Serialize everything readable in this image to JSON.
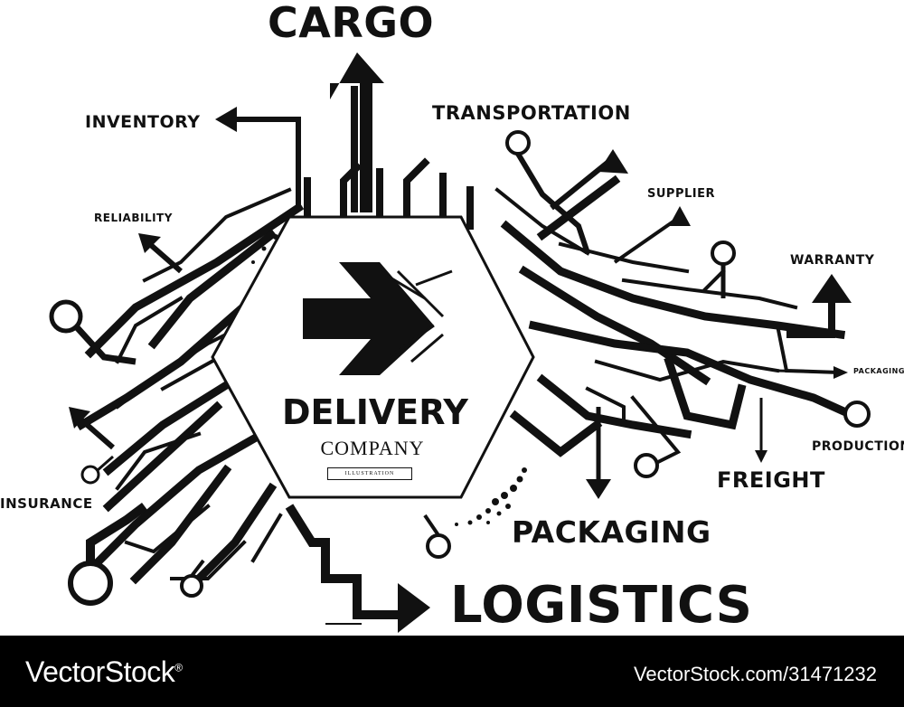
{
  "labels": {
    "cargo": "CARGO",
    "inventory": "INVENTORY",
    "transportation": "TRANSPORTATION",
    "reliability": "RELIABILITY",
    "supplier": "SUPPLIER",
    "warranty": "WARRANTY",
    "packaging_small": "PACKAGING",
    "production": "PRODUCTION",
    "insurance": "INSURANCE",
    "freight": "FREIGHT",
    "packaging": "PACKAGING",
    "logistics": "LOGISTICS"
  },
  "emblem": {
    "title": "DELIVERY",
    "subtitle": "COMPANY",
    "tag": "ILLUSTRATION"
  },
  "footer": {
    "brand": "VectorStock",
    "brand_mark": "®",
    "image_code": "VectorStock.com/31471232"
  },
  "colors": {
    "ink": "#111111",
    "background": "#ffffff",
    "footer": "#000000"
  }
}
